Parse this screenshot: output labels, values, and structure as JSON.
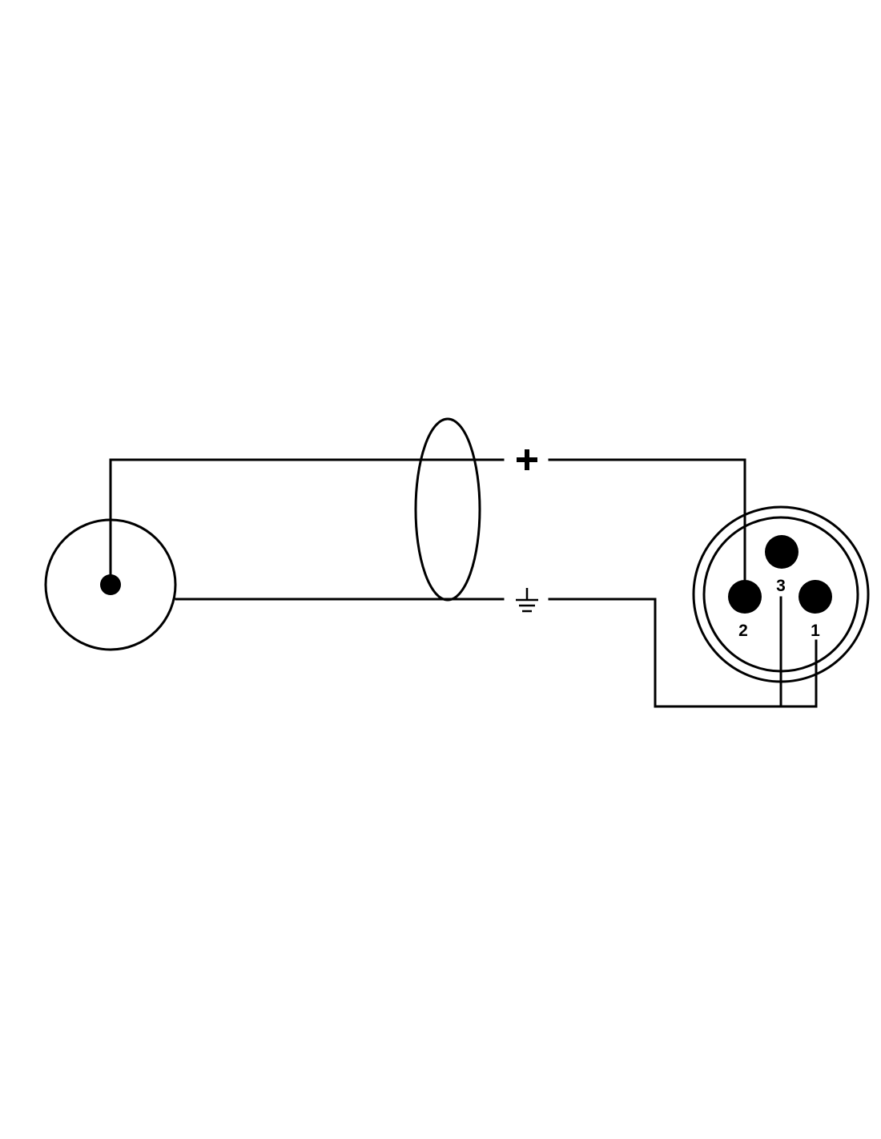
{
  "diagram": {
    "wiring_labels": {
      "signal": "+",
      "ground": "⏚"
    },
    "xlr_pins": {
      "pin1": "1",
      "pin2": "2",
      "pin3": "3"
    }
  },
  "colors": {
    "line": "#000000",
    "background": "#ffffff"
  }
}
